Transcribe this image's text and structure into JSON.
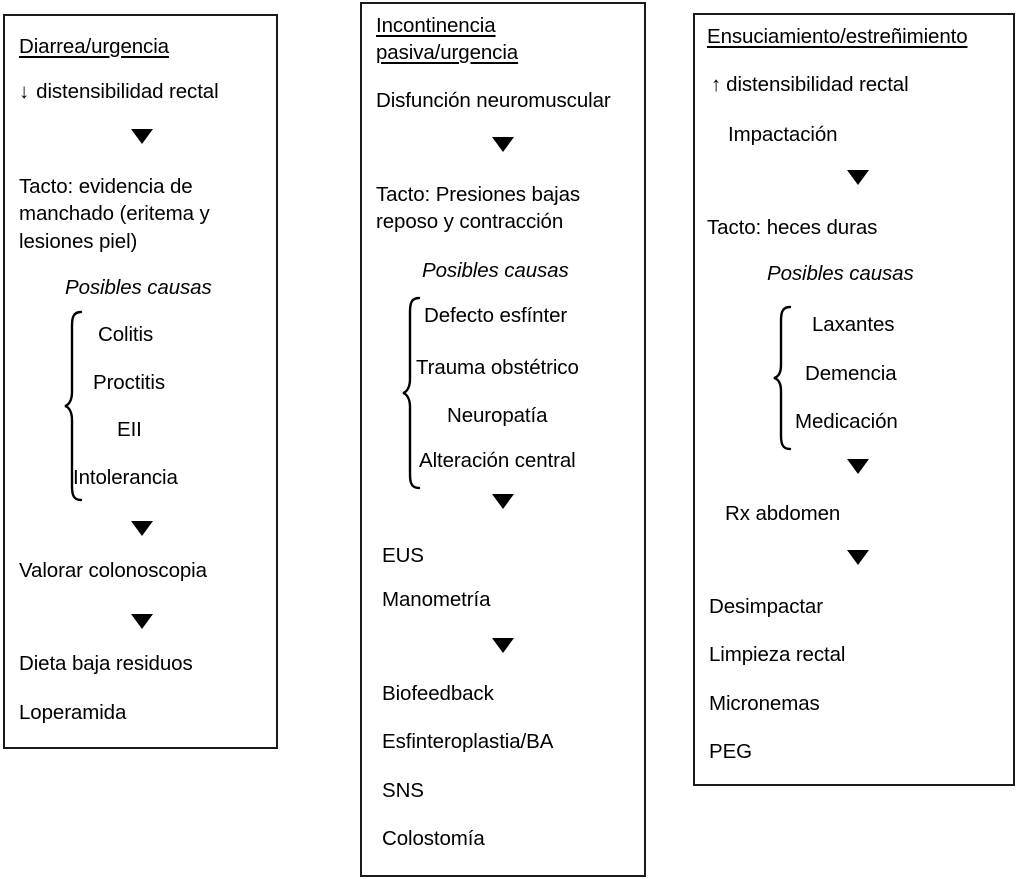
{
  "diagram": {
    "type": "clinical-algorithm-flowchart",
    "language": "es",
    "columns": [
      {
        "id": "col-1",
        "title": "Diarrea/urgencia",
        "arrow_symbol": "↓",
        "finding": "distensibilidad rectal",
        "exam": "Tacto: evidencia de\nmanchado (eritema y\nlesiones piel)",
        "causes_heading": "Posibles causas",
        "causes": [
          "Colitis",
          "Proctitis",
          "EII",
          "Intolerancia"
        ],
        "steps": [
          "Valorar colonoscopia"
        ],
        "treatments": [
          "Dieta baja residuos",
          "Loperamida"
        ]
      },
      {
        "id": "col-2",
        "title": "Incontinencia\npasiva/urgencia",
        "finding": "Disfunción neuromuscular",
        "exam": "Tacto: Presiones bajas\nreposo y contracción",
        "causes_heading": "Posibles causas",
        "causes": [
          "Defecto esfínter",
          "Trauma obstétrico",
          "Neuropatía",
          "Alteración central"
        ],
        "tests": [
          "EUS",
          "Manometría"
        ],
        "treatments": [
          "Biofeedback",
          "Esfinteroplastia/BA",
          "SNS",
          "Colostomía"
        ]
      },
      {
        "id": "col-3",
        "title": "Ensuciamiento/estreñimiento",
        "arrow_symbol": "↑",
        "finding": "distensibilidad rectal",
        "finding_secondary": "Impactación",
        "exam": "Tacto: heces duras",
        "causes_heading": "Posibles causas",
        "causes": [
          "Laxantes",
          "Demencia",
          "Medicación"
        ],
        "tests": [
          "Rx abdomen"
        ],
        "treatments": [
          "Desimpactar",
          "Limpieza rectal",
          "Micronemas",
          "PEG"
        ]
      }
    ],
    "colors": {
      "border": "#1a1a1a",
      "text": "#000000",
      "background": "#ffffff"
    }
  }
}
